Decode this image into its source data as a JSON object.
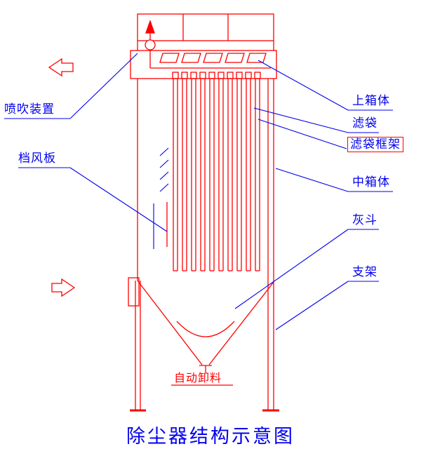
{
  "title": "除尘器结构示意图",
  "colors": {
    "structure": "#ff0000",
    "annotation": "#0000ee",
    "background": "#ffffff"
  },
  "labels": {
    "blowing_device": "喷吹装置",
    "wind_baffle": "档风板",
    "upper_box": "上箱体",
    "filter_bag": "滤袋",
    "filter_bag_frame": "滤袋框架",
    "middle_box": "中箱体",
    "ash_hopper": "灰斗",
    "support_frame": "支架",
    "auto_discharge": "自动卸料"
  }
}
